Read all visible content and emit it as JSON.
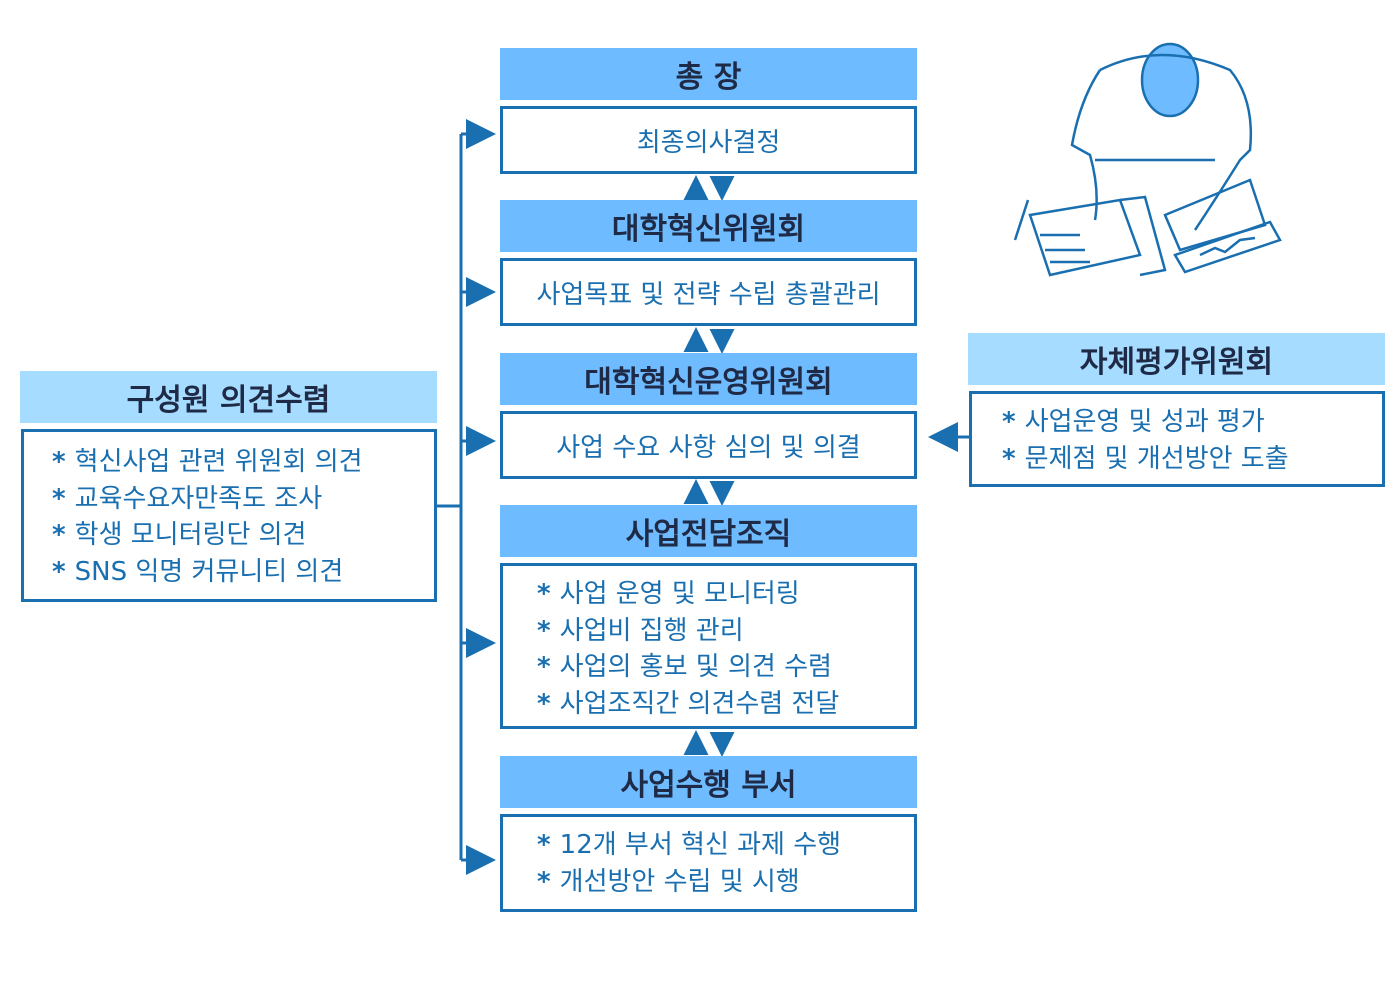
{
  "center": [
    {
      "title": "총   장",
      "items": [
        "최종의사결정"
      ]
    },
    {
      "title": "대학혁신위원회",
      "items": [
        "사업목표 및 전략 수립 총괄관리"
      ]
    },
    {
      "title": "대학혁신운영위원회",
      "items": [
        "사업 수요 사항 심의 및 의결"
      ]
    },
    {
      "title": "사업전담조직",
      "items": [
        "사업 운영 및 모니터링",
        "사업비 집행 관리",
        "사업의 홍보 및 의견 수렴",
        "사업조직간 의견수렴 전달"
      ]
    },
    {
      "title": "사업수행 부서",
      "items": [
        "12개 부서 혁신 과제 수행",
        "개선방안 수립 및 시행"
      ]
    }
  ],
  "left": {
    "title": "구성원 의견수렴",
    "items": [
      "혁신사업 관련 위원회 의견",
      "교육수요자만족도 조사",
      "학생 모니터링단 의견",
      "SNS 익명 커뮤니티 의견"
    ]
  },
  "right": {
    "title": "자체평가위원회",
    "items": [
      "사업운영 및 성과 평가",
      "문제점 및 개선방안 도출"
    ]
  },
  "colors": {
    "header": "#6fbbff",
    "header_light": "#a6dcff",
    "line": "#1a6fb0",
    "title_text": "#1e2a46"
  }
}
